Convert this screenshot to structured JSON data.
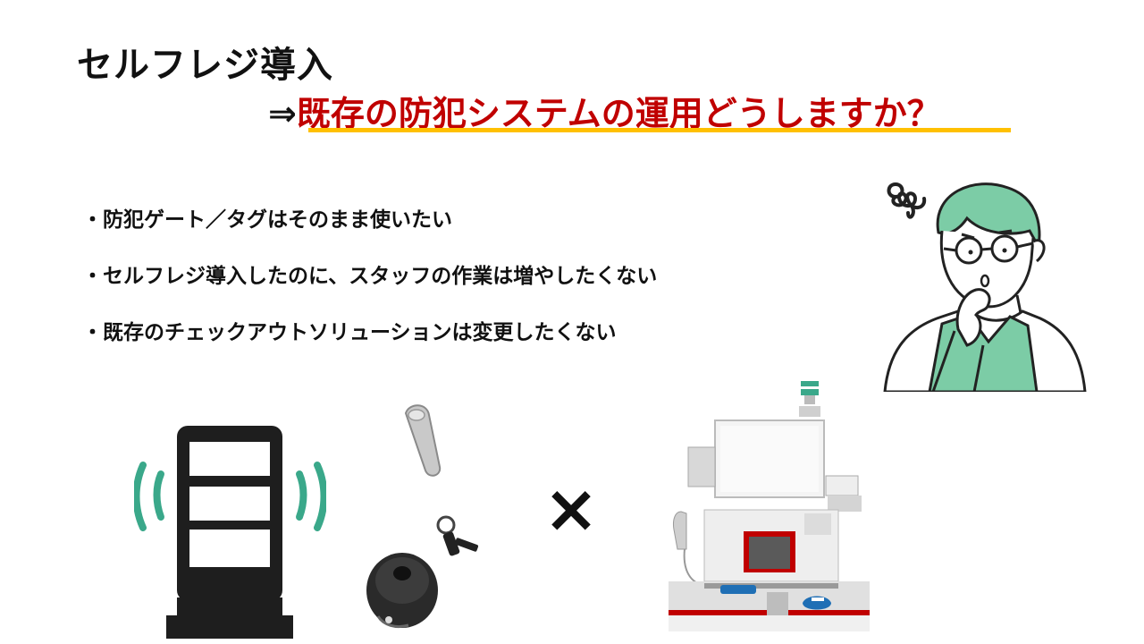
{
  "title": {
    "line1": "セルフレジ導入",
    "arrow": "⇒",
    "line2": "既存の防犯システムの運用どうしますか？"
  },
  "bullets": [
    "・防犯ゲート／タグはそのまま使いたい",
    "・セルフレジ導入したのに、スタッフの作業は増やしたくない",
    "・既存のチェックアウトソリューションは変更したくない"
  ],
  "times_symbol": "×",
  "colors": {
    "accent_red": "#c00000",
    "underline_yellow": "#ffc000",
    "signal_green": "#3aa88a",
    "apron_green": "#7ccca6"
  }
}
